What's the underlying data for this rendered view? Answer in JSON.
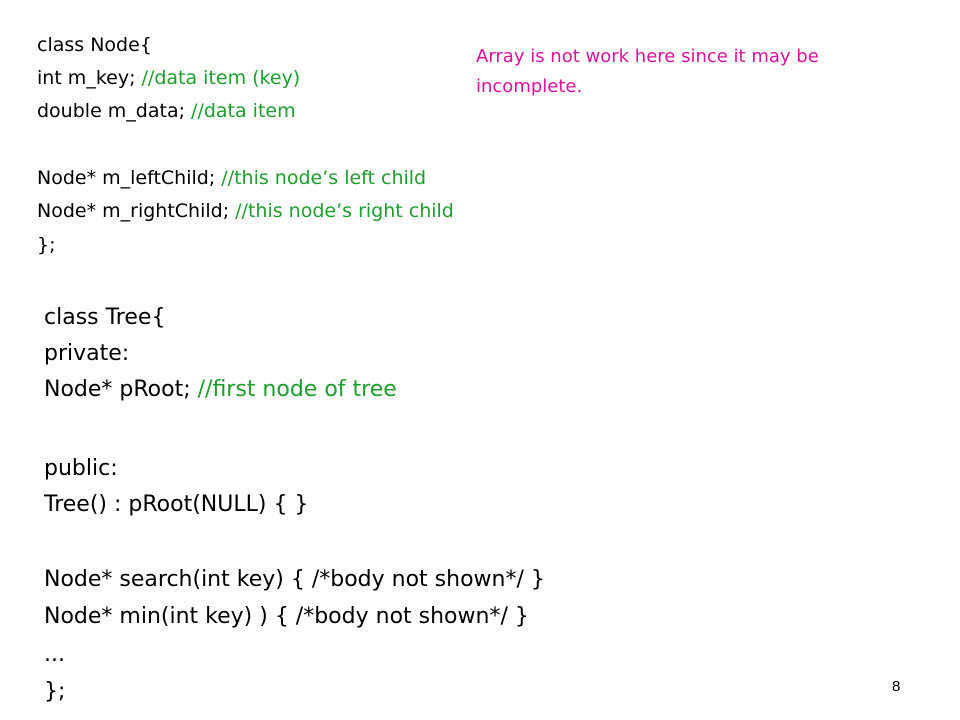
{
  "node_class": {
    "lines": [
      {
        "code": "class Node{",
        "comment": ""
      },
      {
        "code": "int m_key; ",
        "comment": "//data item (key)"
      },
      {
        "code": "double m_data; ",
        "comment": "//data item"
      },
      {
        "code": "Node* m_leftChild; ",
        "comment": "//this node’s left child"
      },
      {
        "code": "Node* m_rightChild; ",
        "comment": "//this node’s right child"
      },
      {
        "code": "};",
        "comment": ""
      }
    ]
  },
  "note": {
    "text": "Array is not work here since it may be incomplete."
  },
  "tree_class": {
    "lines": [
      {
        "code": "class Tree{",
        "comment": ""
      },
      {
        "code": "private:",
        "comment": ""
      },
      {
        "code": "Node* pRoot; ",
        "comment": "//first node of tree"
      },
      {
        "code": "public:",
        "comment": ""
      },
      {
        "code": "Tree() : pRoot(NULL) { }",
        "comment": ""
      },
      {
        "code": "Node* search(int key) { /*body not shown*/ }",
        "comment": ""
      },
      {
        "code": "Node* min(int key) ) { /*body not shown*/ }",
        "comment": ""
      },
      {
        "code": "...",
        "comment": ""
      },
      {
        "code": "};",
        "comment": ""
      }
    ]
  },
  "page_number": "8",
  "colors": {
    "code": "#000000",
    "comment": "#1e9e2e",
    "note": "#e0119b"
  }
}
